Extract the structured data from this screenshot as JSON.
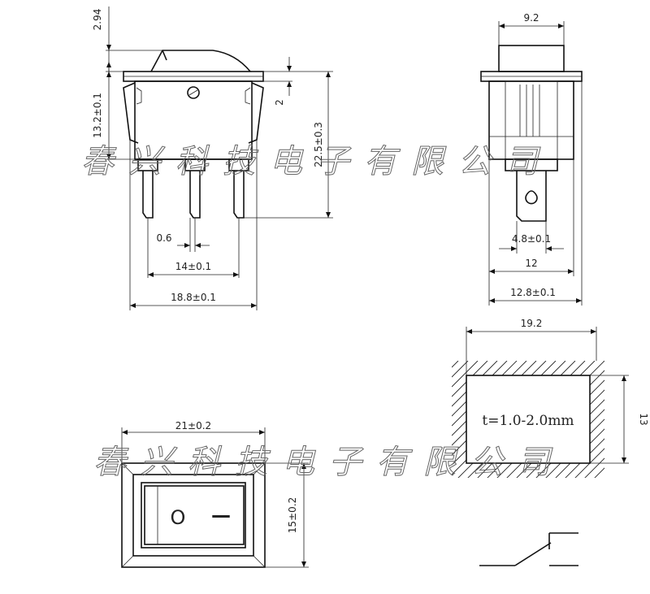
{
  "dimensions": {
    "front_top_height": "2.94",
    "front_body_height": "13.2±0.1",
    "front_total_height": "22.5±0.3",
    "front_step": "2",
    "pin_width": "0.6",
    "pin_pitch": "14±0.1",
    "body_width": "18.8±0.1",
    "side_rocker_width": "9.2",
    "side_tab_width": "4.8±0.1",
    "side_body_width": "12",
    "side_total_width": "12.8±0.1",
    "bezel_width": "21±0.2",
    "bezel_height": "15±0.2",
    "cutout_width": "19.2",
    "cutout_height": "13",
    "panel_thickness": "t=1.0-2.0mm"
  },
  "rocker_labels": {
    "off": "O",
    "on": "—"
  },
  "watermark": "春兴科技电子有限公司"
}
